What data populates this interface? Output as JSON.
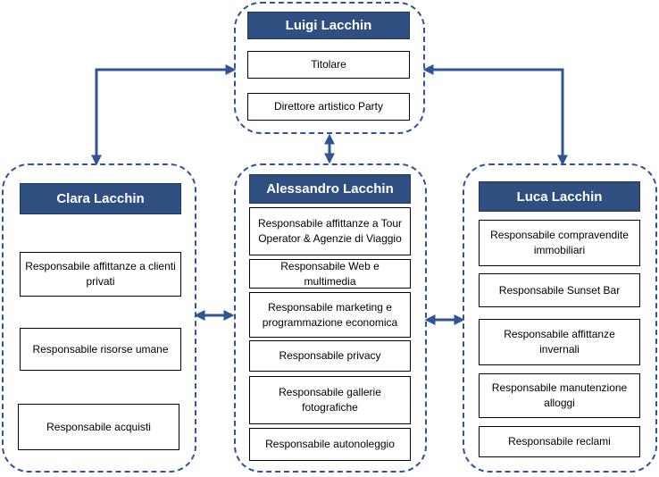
{
  "top": {
    "name": "Luigi Lacchin",
    "roles": [
      "Titolare",
      "Direttore artistico Party"
    ]
  },
  "left": {
    "name": "Clara Lacchin",
    "roles": [
      "Responsabile affittanze a clienti privati",
      "Responsabile risorse umane",
      "Responsabile acquisti"
    ]
  },
  "center": {
    "name": "Alessandro  Lacchin",
    "roles": [
      "Responsabile affittanze a Tour Operator & Agenzie di Viaggio",
      "Responsabile Web e multimedia",
      "Responsabile marketing e programmazione economica",
      "Responsabile privacy",
      "Responsabile gallerie fotografiche",
      "Responsabile autonoleggio"
    ]
  },
  "right": {
    "name": "Luca  Lacchin",
    "roles": [
      "Responsabile compravendite immobiliari",
      "Responsabile Sunset Bar",
      "Responsabile affittanze invernali",
      "Responsabile manutenzione alloggi",
      "Responsabile reclami"
    ]
  },
  "colors": {
    "header": "#2f4f80",
    "border": "#2f5597",
    "arrow": "#2f5597"
  }
}
